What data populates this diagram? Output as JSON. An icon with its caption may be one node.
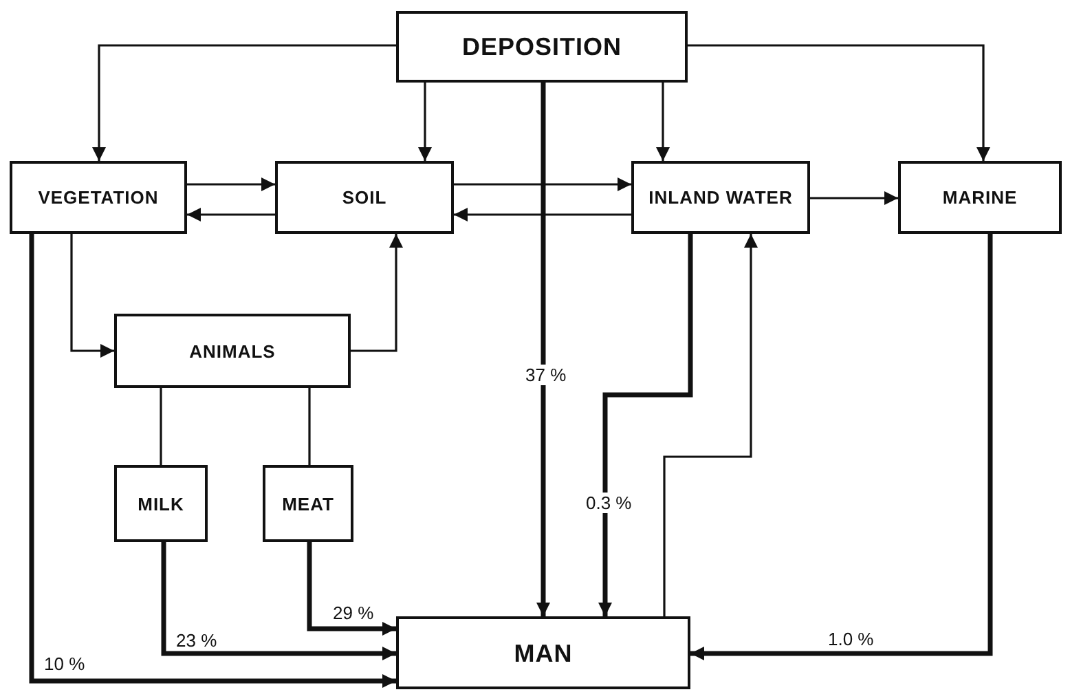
{
  "diagram": {
    "nodes": [
      {
        "text": [
          "DEPOSITION"
        ]
      },
      {
        "text": [
          "VEGETATION"
        ]
      },
      {
        "text": [
          "SOIL"
        ]
      },
      {
        "text": [
          "INLAND WATER"
        ]
      },
      {
        "text": [
          "MARINE"
        ]
      },
      {
        "text": [
          "ANIMALS"
        ]
      },
      {
        "text": [
          "MILK"
        ]
      },
      {
        "text": [
          "MEAT"
        ]
      },
      {
        "text": [
          "MAN"
        ]
      }
    ],
    "edges": [
      {
        "from": 0,
        "to": 1,
        "arrow": "to"
      },
      {
        "from": 0,
        "to": 2,
        "arrow": "to"
      },
      {
        "from": 0,
        "to": 8,
        "arrow": "to",
        "label": "37 %",
        "style": "thick"
      },
      {
        "from": 0,
        "to": 3,
        "arrow": "to"
      },
      {
        "from": 0,
        "to": 4,
        "arrow": "to"
      },
      {
        "from": 1,
        "to": 2,
        "arrow": "to"
      },
      {
        "from": 2,
        "to": 1,
        "arrow": "to"
      },
      {
        "from": 2,
        "to": 3,
        "arrow": "to"
      },
      {
        "from": 3,
        "to": 2,
        "arrow": "to"
      },
      {
        "from": 3,
        "to": 4,
        "arrow": "to"
      },
      {
        "from": 1,
        "to": 5,
        "arrow": "to"
      },
      {
        "from": 5,
        "to": 2,
        "arrow": "to"
      },
      {
        "from": 5,
        "to": 6,
        "arrow": "none"
      },
      {
        "from": 5,
        "to": 7,
        "arrow": "none"
      },
      {
        "from": 3,
        "to": 8,
        "arrow": "to",
        "label": "0.3 %",
        "style": "thick"
      },
      {
        "from": 8,
        "to": 3,
        "arrow": "to"
      },
      {
        "from": 4,
        "to": 8,
        "arrow": "to",
        "label": "1.0 %",
        "style": "thick"
      },
      {
        "from": 1,
        "to": 8,
        "arrow": "to",
        "label": "10 %",
        "style": "thick"
      },
      {
        "from": 6,
        "to": 8,
        "arrow": "to",
        "label": "23 %",
        "style": "thick"
      },
      {
        "from": 7,
        "to": 8,
        "arrow": "to",
        "label": "29 %",
        "style": "thick"
      }
    ]
  }
}
